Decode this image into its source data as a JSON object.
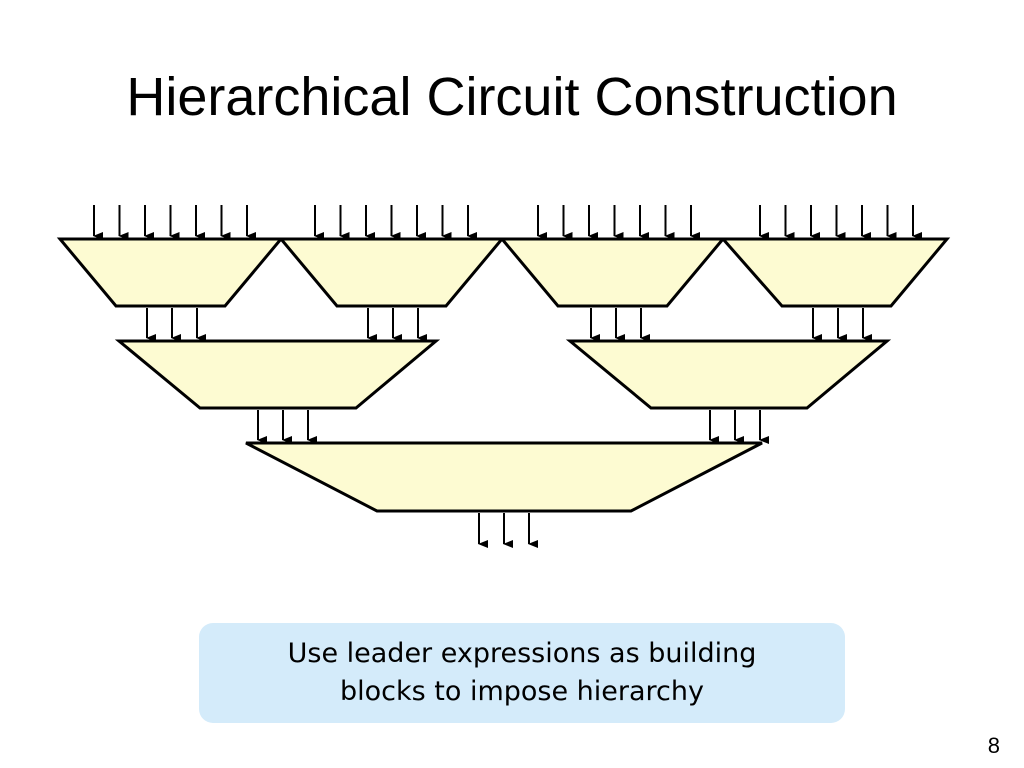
{
  "slide": {
    "title": "Hierarchical Circuit Construction",
    "callout_text": "Use leader expressions as building blocks to impose hierarchy",
    "page_number": "8"
  },
  "diagram": {
    "block_fill": "#fdfbd2",
    "block_stroke": "#000000",
    "arrow_color": "#000000",
    "levels": [
      {
        "level": 1,
        "blocks": 4,
        "inputs_per_block": 7,
        "outputs_per_block": 3
      },
      {
        "level": 2,
        "blocks": 2,
        "outputs_per_block": 3
      },
      {
        "level": 3,
        "blocks": 1,
        "outputs_per_block": 3
      }
    ]
  }
}
